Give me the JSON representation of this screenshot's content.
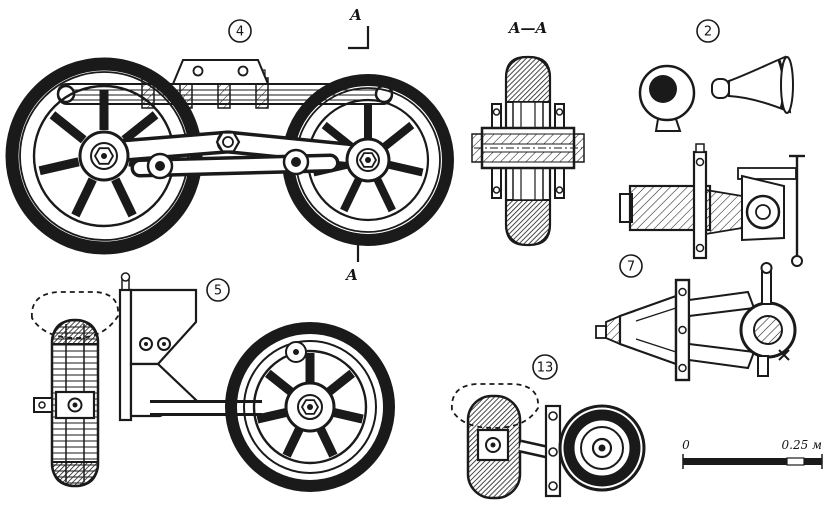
{
  "figure": {
    "background": "#ffffff",
    "ink": "#1a1a1a",
    "callouts": {
      "bogie_assembly": "4",
      "horn_parts": "2",
      "idler_fork": "5",
      "hub_coupling": "7",
      "tail_wheel": "13"
    },
    "section": {
      "top_mark": "A",
      "bottom_mark": "A",
      "view_label": "A—A"
    },
    "scale_bar": {
      "zero": "0",
      "max": "0.25 м"
    }
  }
}
